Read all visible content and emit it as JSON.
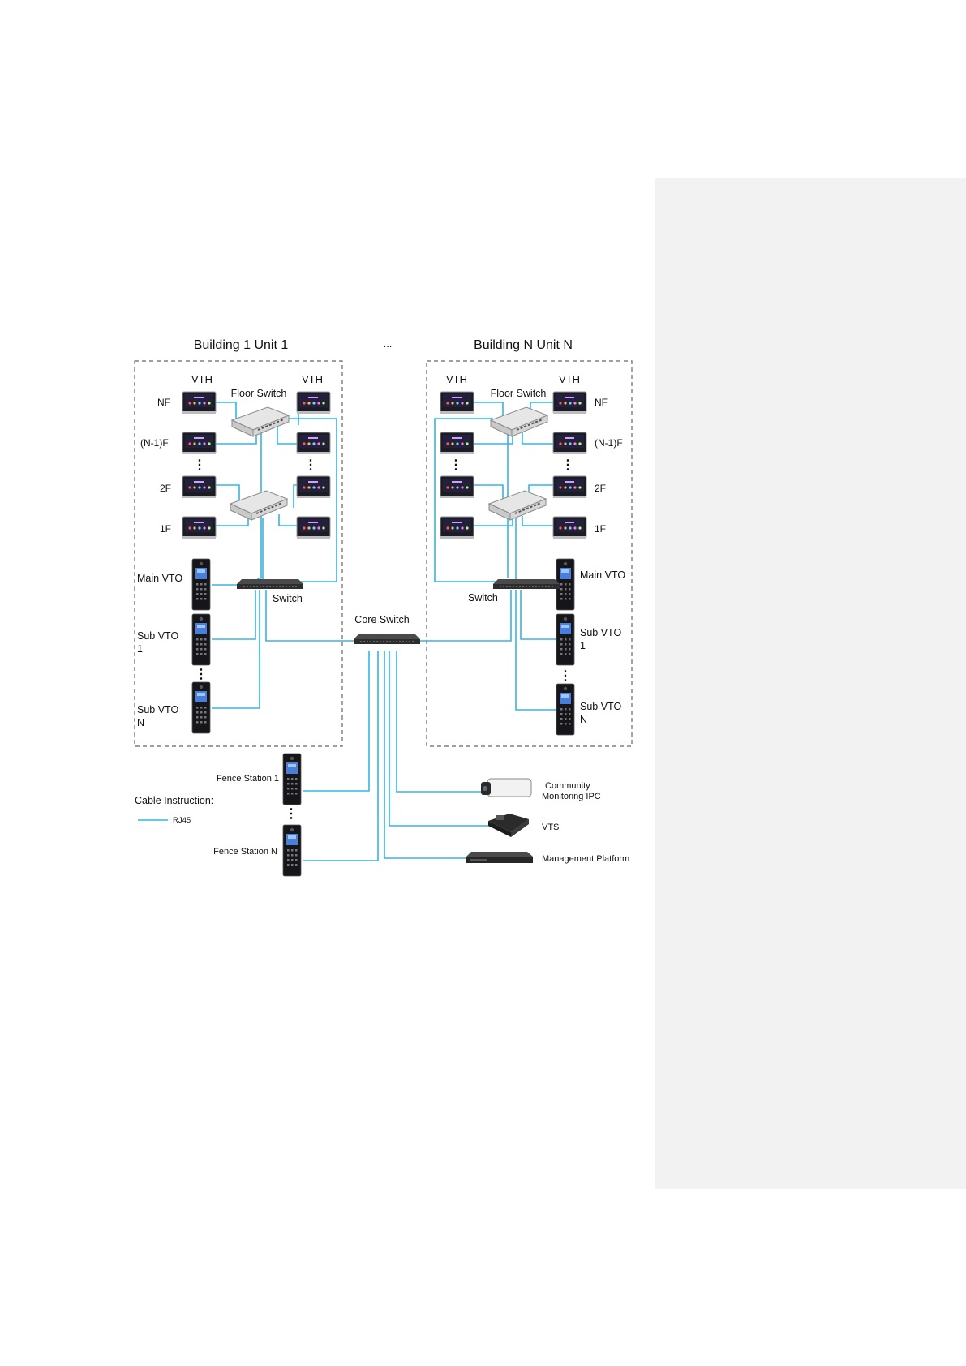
{
  "buildings": {
    "left_title": "Building 1 Unit 1",
    "right_title": "Building N Unit N",
    "ellipsis": "..."
  },
  "labels": {
    "vth": "VTH",
    "floor_switch": "Floor Switch",
    "nf": "NF",
    "n1f": "(N-1)F",
    "f2": "2F",
    "f1": "1F",
    "main_vto": "Main VTO",
    "switch": "Switch",
    "sub_vto": "Sub VTO",
    "sub_vto_1_num": "1",
    "sub_vto_n_num": "N",
    "core_switch": "Core Switch",
    "fence_station_1": "Fence Station 1",
    "fence_station_n": "Fence Station N",
    "community_line1": "Community",
    "community_line2": "Monitoring IPC",
    "vts": "VTS",
    "management_platform": "Management Platform",
    "vertical_ellipsis": "⋮"
  },
  "legend": {
    "title": "Cable Instruction:",
    "rj45": "RJ45"
  },
  "colors": {
    "cable": "#35b6e2",
    "sidebar": "#f2f2f2"
  }
}
